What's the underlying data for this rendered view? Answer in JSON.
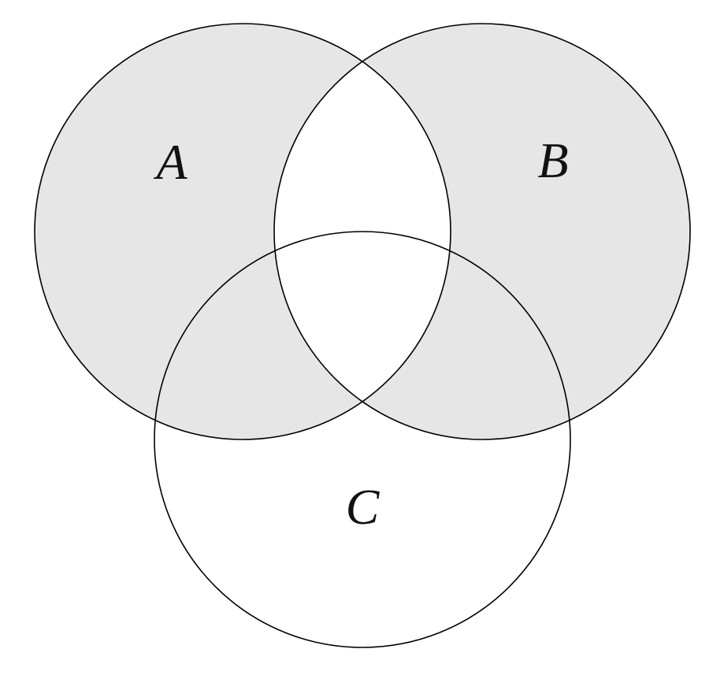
{
  "diagram": {
    "type": "venn-3-circles",
    "sets": [
      {
        "label": "A",
        "shaded": true
      },
      {
        "label": "B",
        "shaded": true
      },
      {
        "label": "C",
        "shaded": false
      }
    ],
    "shaded_region": "symmetric difference of A and B: (A union B) minus (A intersect B); all overlap lenses of A and B and the C-only region are white",
    "colors": {
      "shade_fill": "#e6e6e6",
      "outline": "#000000",
      "background": "#ffffff",
      "label_color": "#111111"
    }
  }
}
